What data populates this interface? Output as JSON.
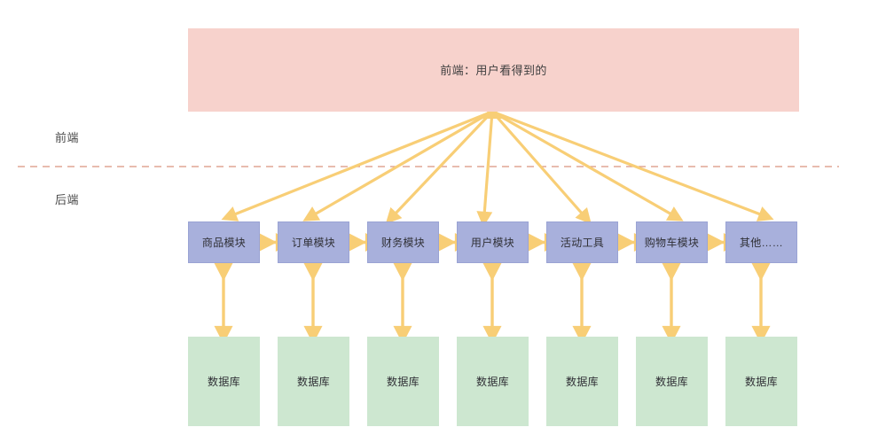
{
  "diagram": {
    "title_banner": {
      "text": "前端：用户看得到的",
      "color": "#F7D2CC"
    },
    "bands": {
      "frontend_label": "前端",
      "backend_label": "后端",
      "divider_color": "#D9937E"
    },
    "modules": {
      "color": "#A8B0DC",
      "items": [
        {
          "label": "商品模块"
        },
        {
          "label": "订单模块"
        },
        {
          "label": "财务模块"
        },
        {
          "label": "用户模块"
        },
        {
          "label": "活动工具"
        },
        {
          "label": "购物车模块"
        },
        {
          "label": "其他……"
        }
      ]
    },
    "databases": {
      "color": "#CDE7D0",
      "items": [
        {
          "label": "数据库"
        },
        {
          "label": "数据库"
        },
        {
          "label": "数据库"
        },
        {
          "label": "数据库"
        },
        {
          "label": "数据库"
        },
        {
          "label": "数据库"
        },
        {
          "label": "数据库"
        }
      ]
    },
    "connectors": {
      "arrow_color": "#F8CE76"
    }
  }
}
